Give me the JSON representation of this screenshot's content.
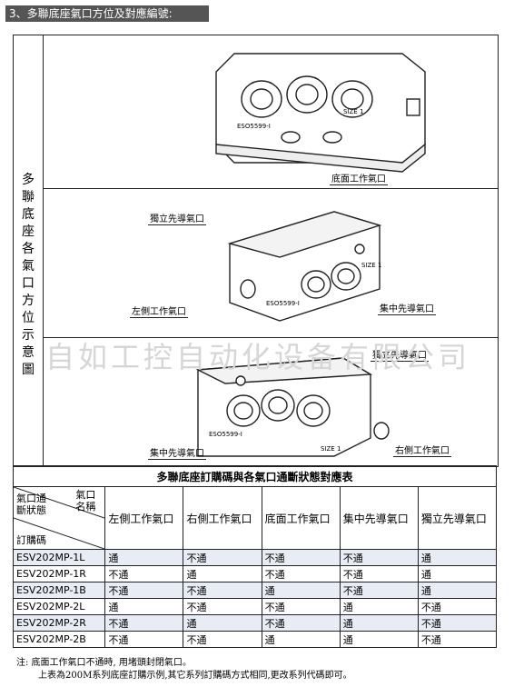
{
  "header": {
    "title": "3、多聯底座氣口方位及對應編號:"
  },
  "figure": {
    "side_label": "多聯底座各氣口方位示意圖",
    "callouts": {
      "bottom_port": "底面工作氣口",
      "independent_pilot_1": "獨立先導氣口",
      "left_port": "左側工作氣口",
      "central_pilot_1": "集中先導氣口",
      "independent_pilot_2": "獨立先導氣口",
      "central_pilot_2": "集中先導氣口",
      "right_port": "右側工作氣口"
    },
    "part_marks": {
      "code": "ESO5599-I",
      "size": "SIZE 1"
    }
  },
  "watermark": "自如工控自动化设备有限公司",
  "table": {
    "title": "多聯底座訂購碼與各氣口通斷狀態對應表",
    "corner": {
      "top_right": "氣口名稱",
      "middle_left": "氣口通斷狀態",
      "bottom_left": "訂購碼"
    },
    "columns": [
      "左側工作氣口",
      "右側工作氣口",
      "底面工作氣口",
      "集中先導氣口",
      "獨立先導氣口"
    ],
    "rows": [
      {
        "code": "ESV202MP-1L",
        "cells": [
          "通",
          "不通",
          "不通",
          "不通",
          "通"
        ]
      },
      {
        "code": "ESV202MP-1R",
        "cells": [
          "不通",
          "通",
          "不通",
          "不通",
          "通"
        ]
      },
      {
        "code": "ESV202MP-1B",
        "cells": [
          "不通",
          "不通",
          "通",
          "不通",
          "通"
        ]
      },
      {
        "code": "ESV202MP-2L",
        "cells": [
          "通",
          "不通",
          "不通",
          "通",
          "不通"
        ]
      },
      {
        "code": "ESV202MP-2R",
        "cells": [
          "不通",
          "通",
          "不通",
          "通",
          "不通"
        ]
      },
      {
        "code": "ESV202MP-2B",
        "cells": [
          "不通",
          "不通",
          "通",
          "通",
          "不通"
        ]
      }
    ]
  },
  "notes": {
    "line1": "注: 底面工作氣口不通時, 用堵頭封閉氣口。",
    "line2": "上表為200M系列底座訂購示例,其它系列訂購碼方式相同,更改系列代碼即可。"
  }
}
